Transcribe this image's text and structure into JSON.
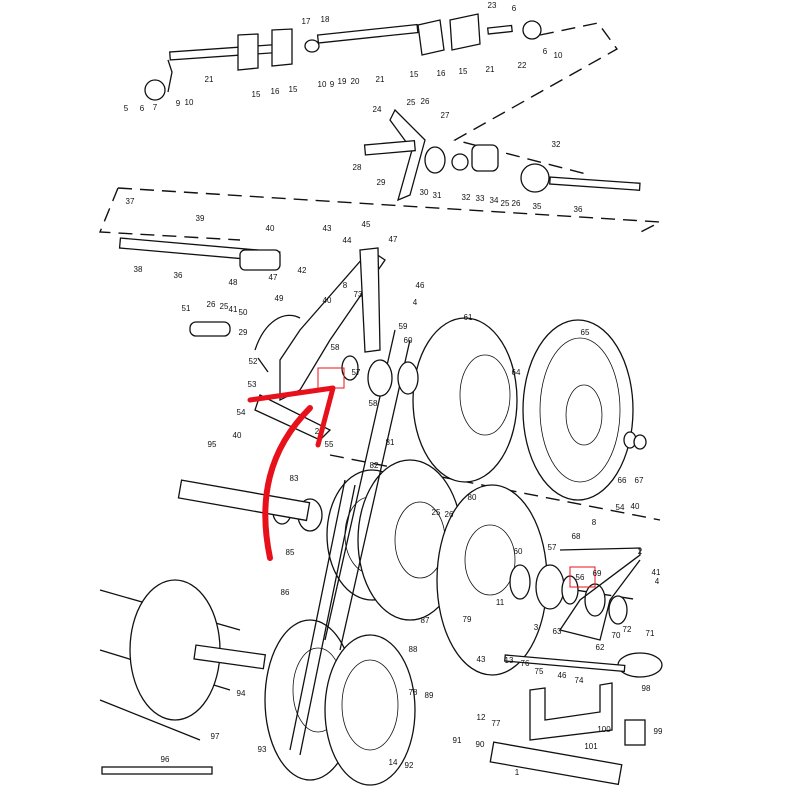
{
  "diagram": {
    "kind": "exploded parts diagram - belt drive and pulley assembly",
    "highlight_color": "#e8101a",
    "line_color": "#111111",
    "labels": [
      "17",
      "18",
      "21",
      "15",
      "16",
      "15",
      "10",
      "9",
      "19",
      "20",
      "21",
      "15",
      "16",
      "15",
      "21",
      "23",
      "6",
      "22",
      "6",
      "10",
      "5",
      "6",
      "7",
      "9",
      "10",
      "24",
      "25",
      "26",
      "27",
      "28",
      "29",
      "30",
      "31",
      "32",
      "33",
      "34",
      "25",
      "26",
      "35",
      "36",
      "32",
      "37",
      "39",
      "38",
      "36",
      "40",
      "43",
      "44",
      "45",
      "47",
      "8",
      "48",
      "47",
      "42",
      "26",
      "25",
      "41",
      "50",
      "49",
      "51",
      "29",
      "40",
      "73",
      "46",
      "4",
      "59",
      "61",
      "60",
      "65",
      "64",
      "58",
      "52",
      "53",
      "57",
      "58",
      "54",
      "40",
      "55",
      "2",
      "95",
      "83",
      "82",
      "81",
      "85",
      "86",
      "25",
      "26",
      "80",
      "87",
      "79",
      "88",
      "43",
      "94",
      "93",
      "78",
      "89",
      "97",
      "96",
      "14",
      "92",
      "91",
      "90",
      "12",
      "77",
      "13",
      "76",
      "75",
      "46",
      "74",
      "3",
      "11",
      "63",
      "62",
      "60",
      "57",
      "56",
      "69",
      "68",
      "8",
      "54",
      "40",
      "2",
      "41",
      "4",
      "70",
      "72",
      "71",
      "98",
      "100",
      "99",
      "101",
      "1",
      "66",
      "67"
    ]
  }
}
